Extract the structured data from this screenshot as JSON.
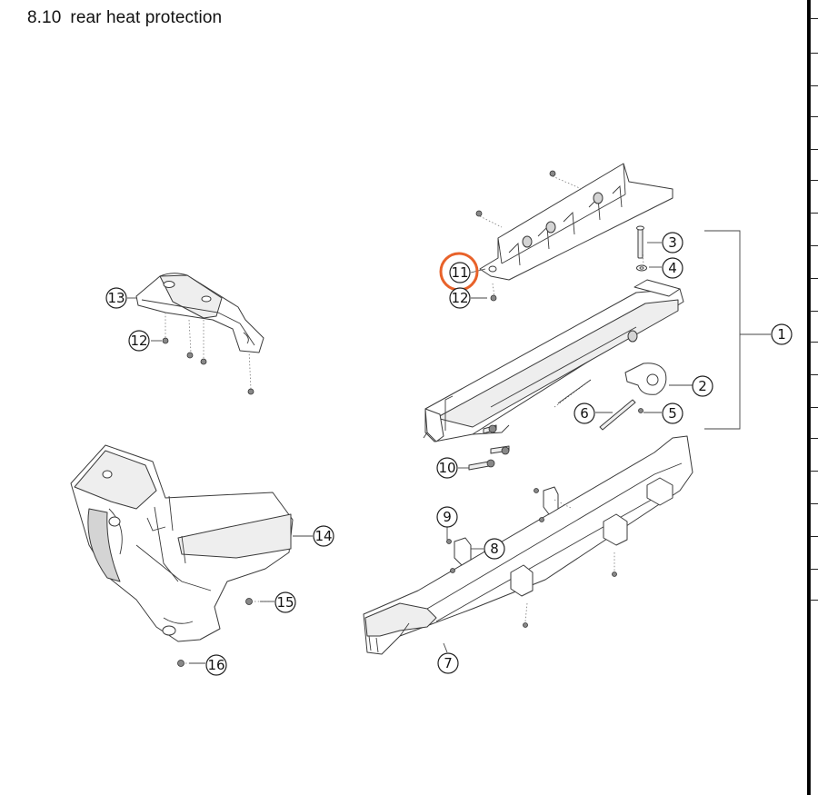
{
  "page": {
    "section_number": "8.10",
    "section_title": "rear heat protection"
  },
  "callouts": [
    {
      "id": "c1",
      "label": "1"
    },
    {
      "id": "c2",
      "label": "2"
    },
    {
      "id": "c3",
      "label": "3"
    },
    {
      "id": "c4",
      "label": "4"
    },
    {
      "id": "c5",
      "label": "5"
    },
    {
      "id": "c6",
      "label": "6"
    },
    {
      "id": "c7",
      "label": "7"
    },
    {
      "id": "c8",
      "label": "8"
    },
    {
      "id": "c9",
      "label": "9"
    },
    {
      "id": "c10",
      "label": "10"
    },
    {
      "id": "c11",
      "label": "11",
      "highlighted": true
    },
    {
      "id": "c12a",
      "label": "12"
    },
    {
      "id": "c12b",
      "label": "12"
    },
    {
      "id": "c13",
      "label": "13"
    },
    {
      "id": "c14",
      "label": "14"
    },
    {
      "id": "c15",
      "label": "15"
    },
    {
      "id": "c16",
      "label": "16"
    }
  ],
  "colors": {
    "highlight_ring": "#e8622a",
    "line": "#3a3a3a",
    "border": "#000000"
  }
}
